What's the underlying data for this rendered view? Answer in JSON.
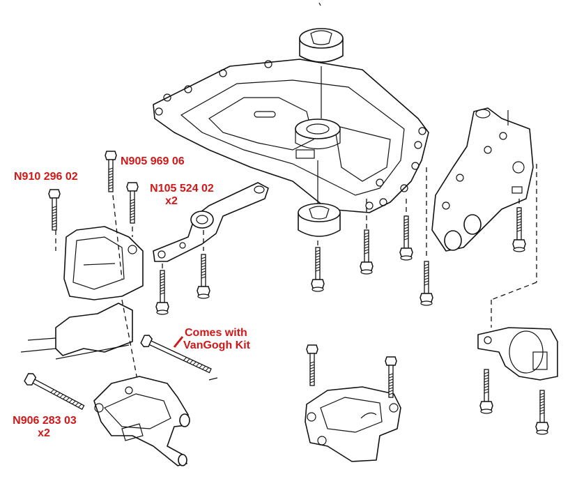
{
  "labels": {
    "part1": "N910 296 02",
    "part2": "N905 969 06",
    "part3_line1": "N105 524 02",
    "part3_line2": "x2",
    "part4_line1": "Comes with",
    "part4_line2": "VanGogh Kit",
    "part5_line1": "N906 283 03",
    "part5_line2": "x2"
  },
  "colors": {
    "label": "#d01818",
    "line": "#111111",
    "background": "#ffffff"
  }
}
